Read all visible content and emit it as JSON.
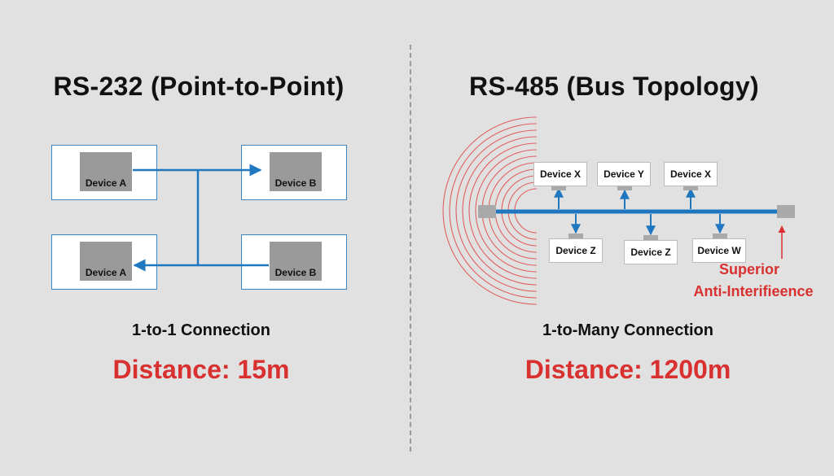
{
  "colors": {
    "accent": "#d93030",
    "line": "#1f77c0",
    "field": "#e06060"
  },
  "left": {
    "title": "RS-232 (Point-to-Point)",
    "devices": [
      "Device A",
      "Device B",
      "Device A",
      "Device B"
    ],
    "connection": "1-to-1 Connection",
    "distance": "Distance: 15m"
  },
  "right": {
    "title": "RS-485 (Bus Topology)",
    "top_devices": [
      "Device X",
      "Device Y",
      "Device X"
    ],
    "bottom_devices": [
      "Device Z",
      "Device Z",
      "Device W"
    ],
    "connection": "1-to-Many Connection",
    "distance": "Distance: 1200m",
    "note_line1": "Superior",
    "note_line2": "Anti-Interifieence"
  }
}
